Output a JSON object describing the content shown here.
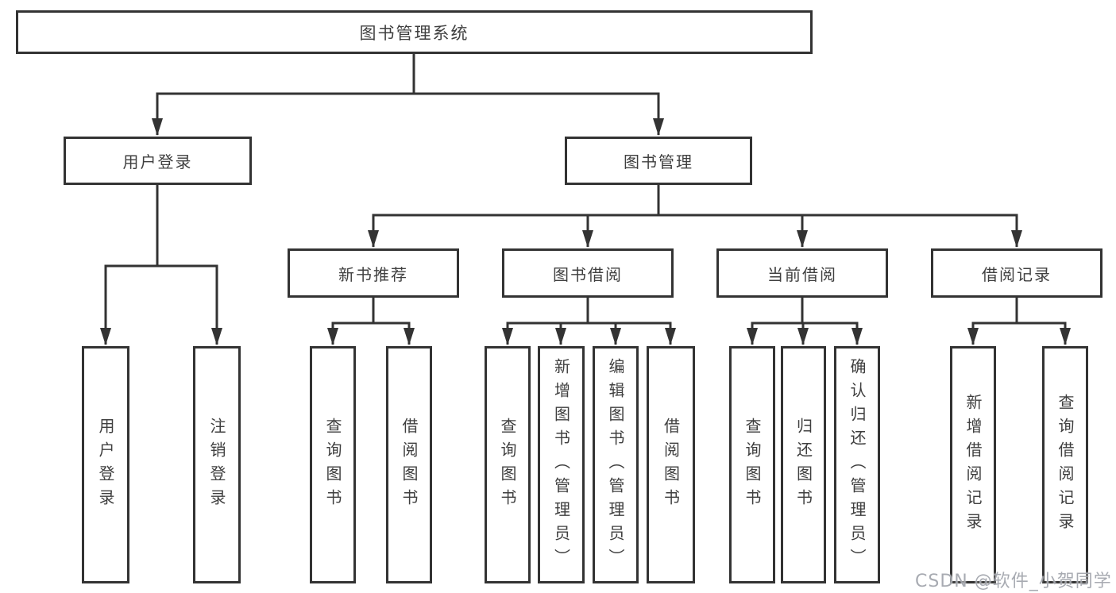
{
  "diagram": {
    "root": {
      "label": "图书管理系统"
    },
    "level2": {
      "user_login": {
        "label": "用户登录"
      },
      "book_mgmt": {
        "label": "图书管理"
      }
    },
    "level3": {
      "new_book_rec": {
        "label": "新书推荐"
      },
      "book_borrow": {
        "label": "图书借阅"
      },
      "current_borrow": {
        "label": "当前借阅"
      },
      "borrow_records": {
        "label": "借阅记录"
      }
    },
    "leaves": {
      "user_login_login": {
        "label": "用户登录"
      },
      "user_login_logout": {
        "label": "注销登录"
      },
      "rec_query_books": {
        "label": "查询图书"
      },
      "rec_borrow_books": {
        "label": "借阅图书"
      },
      "bb_query_books": {
        "label": "查询图书"
      },
      "bb_add_books": {
        "label": "新增图书（管理员）"
      },
      "bb_edit_books": {
        "label": "编辑图书（管理员）"
      },
      "bb_borrow_books": {
        "label": "借阅图书"
      },
      "cb_query_books": {
        "label": "查询图书"
      },
      "cb_return_books": {
        "label": "归还图书"
      },
      "cb_confirm_return": {
        "label": "确认归还（管理员）"
      },
      "br_add_record": {
        "label": "新增借阅记录"
      },
      "br_query_record": {
        "label": "查询借阅记录"
      }
    },
    "line_color": "#333333"
  },
  "watermark": {
    "text": "CSDN @软件_小贺同学"
  }
}
